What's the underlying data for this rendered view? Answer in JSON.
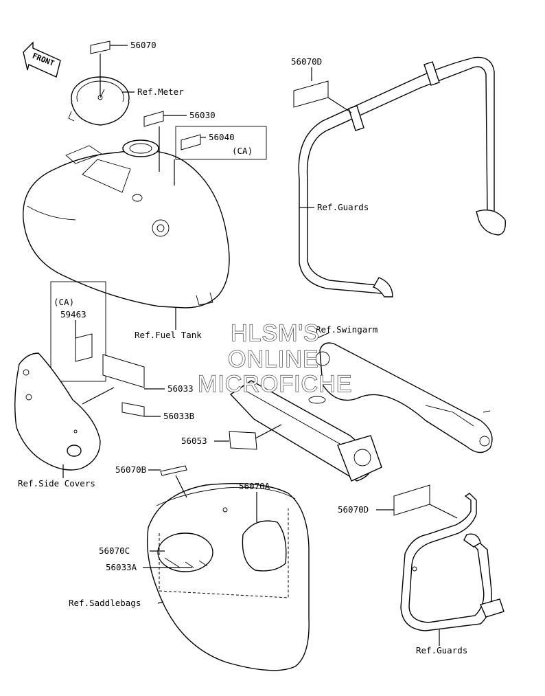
{
  "labels": {
    "front": "FRONT",
    "p56070": "56070",
    "ref_meter": "Ref.Meter",
    "p56030": "56030",
    "p56040": "56040",
    "ca_a": "(CA)",
    "p56070D_top": "56070D",
    "ref_guards_top": "Ref.Guards",
    "ca_b": "(CA)",
    "p59463": "59463",
    "ref_fuel_tank": "Ref.Fuel Tank",
    "ref_swingarm": "Ref.Swingarm",
    "p56033": "56033",
    "p56033B": "56033B",
    "p56053": "56053",
    "ref_side_covers": "Ref.Side Covers",
    "p56070B": "56070B",
    "p56070A": "56070A",
    "p56070D_bottom": "56070D",
    "p56070C": "56070C",
    "p56033A": "56033A",
    "ref_saddlebags": "Ref.Saddlebags",
    "ref_guards_bottom": "Ref.Guards"
  },
  "watermark": {
    "line1": "HLSM'S",
    "line2": "ONLINE",
    "line3": "MICROFICHE"
  }
}
